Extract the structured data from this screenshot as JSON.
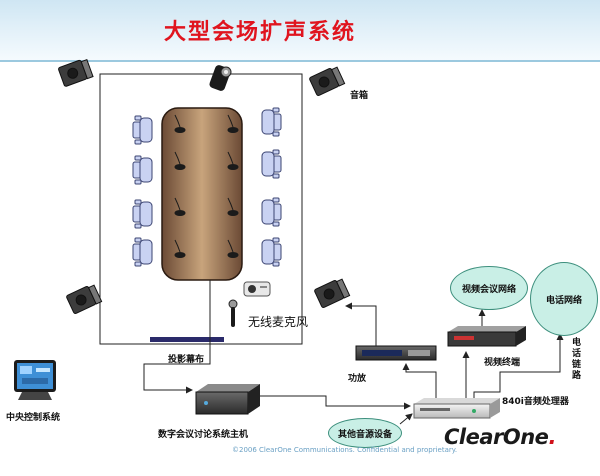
{
  "title": "大型会场扩声系统",
  "labels": {
    "speakers": "音箱",
    "wireless_mic": "无线麦克风",
    "projection_screen": "投影幕布",
    "central_control": "中央控制系统",
    "digital_conference_host": "数字会议讨论系统主机",
    "power_amp": "功放",
    "video_terminal": "视频终端",
    "video_conf_network": "视频会议网络",
    "phone_network": "电话网络",
    "phone_line": "电话链路",
    "audio_processor": "840i音频处理器",
    "other_audio": "其他音源设备"
  },
  "footer": {
    "copyright": "©2006 ClearOne Communications. Confidential and proprietary.",
    "logo_text": "ClearOne",
    "logo_dot": "."
  }
}
